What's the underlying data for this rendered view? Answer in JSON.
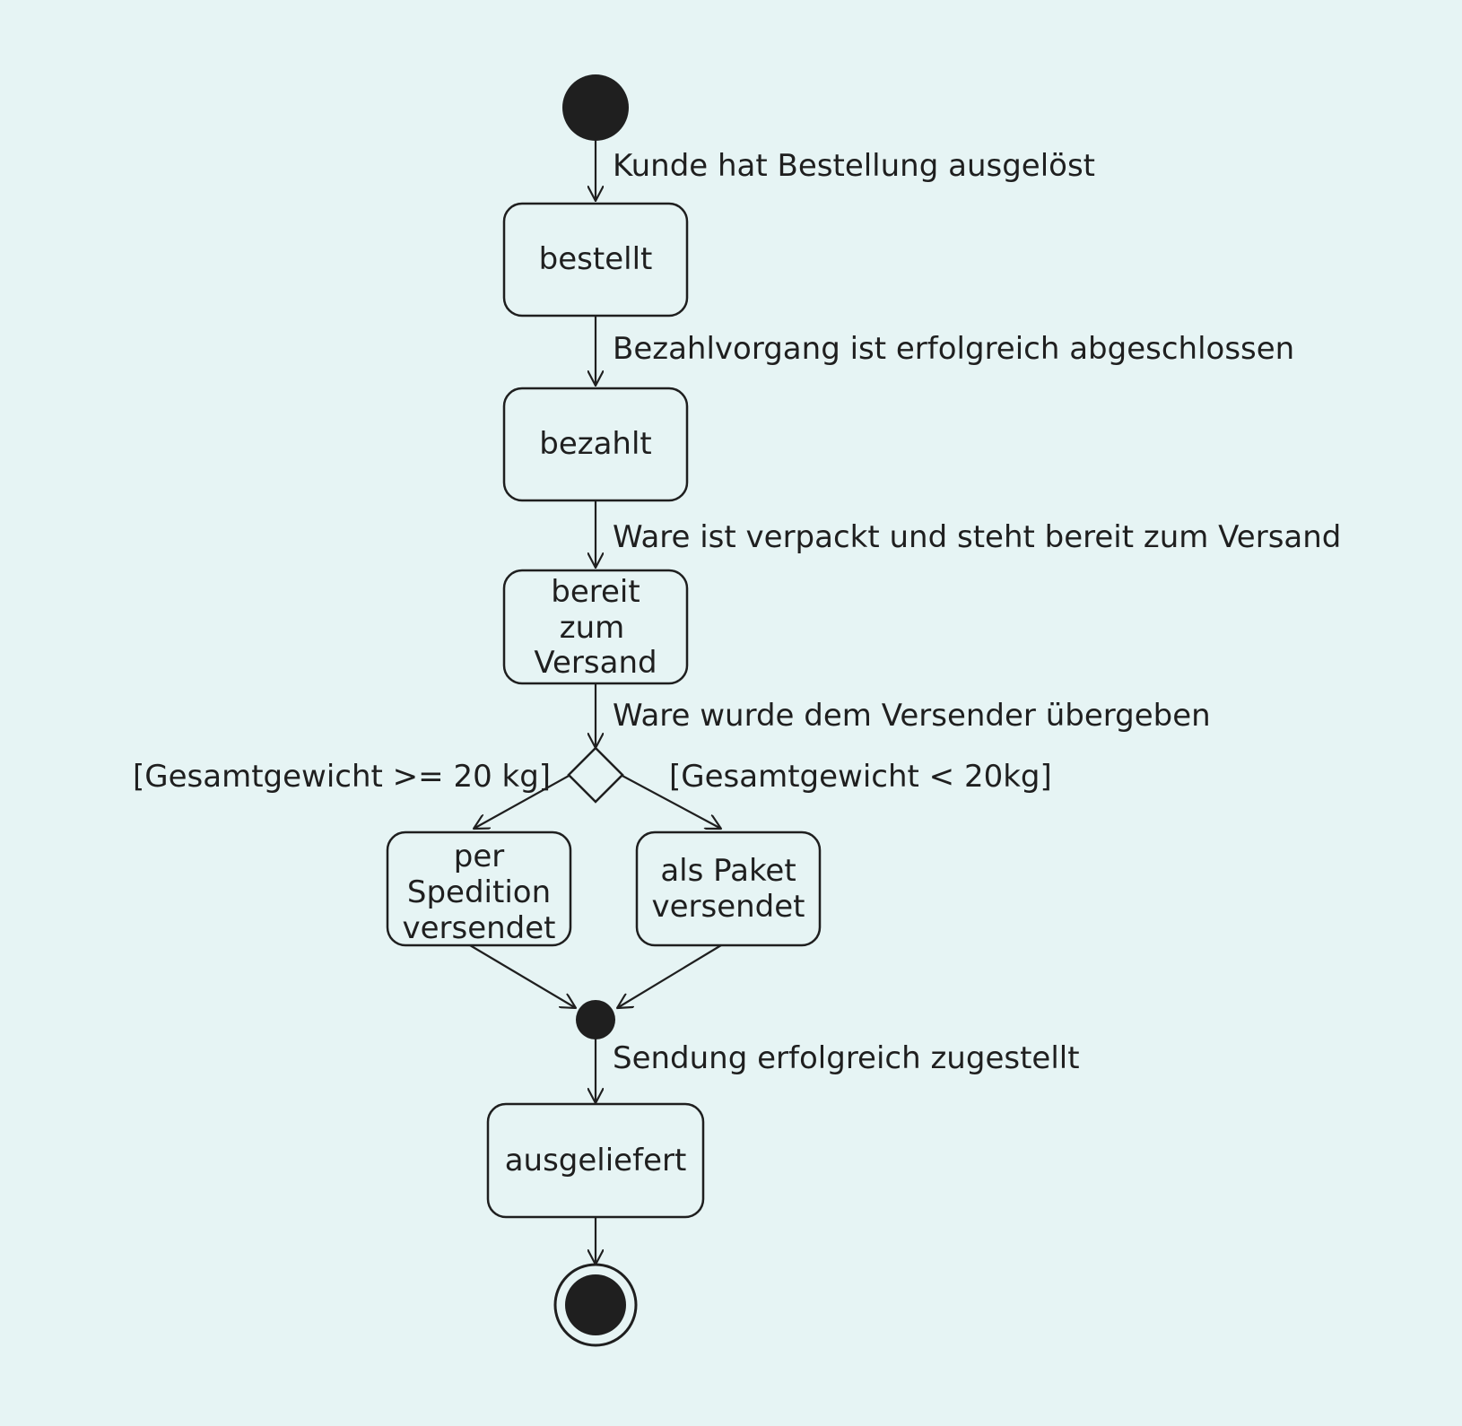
{
  "colors": {
    "background": "#e6f4f4",
    "ink": "#1f1f1f"
  },
  "states": {
    "bestellt": [
      "bestellt"
    ],
    "bezahlt": [
      "bezahlt"
    ],
    "bereit": [
      "bereit",
      "zum",
      "Versand"
    ],
    "spedition": [
      "per",
      "Spedition",
      "versendet"
    ],
    "paket": [
      "als Paket",
      "versendet"
    ],
    "ausgeliefert": [
      "ausgeliefert"
    ]
  },
  "transitions": {
    "start_to_bestellt": "Kunde hat Bestellung ausgelöst",
    "bestellt_to_bezahlt": "Bezahlvorgang ist erfolgreich abgeschlossen",
    "bezahlt_to_bereit": "Ware ist verpackt und steht bereit zum Versand",
    "bereit_to_decision": "Ware wurde dem Versender übergeben",
    "merge_to_ausgeliefert": "Sendung erfolgreich zugestellt"
  },
  "guards": {
    "heavy": "[Gesamtgewicht >= 20 kg]",
    "light": "[Gesamtgewicht < 20kg]"
  }
}
